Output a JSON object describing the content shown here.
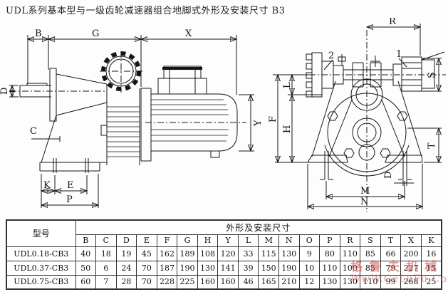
{
  "title": "UDL系列基本型与一级齿轮减速器组合地脚式外形及安装尺寸 B3",
  "left_view": {
    "dims": {
      "b": "B",
      "g": "G",
      "x": "X",
      "d": "D",
      "c": "C",
      "k": "K",
      "e": "E",
      "p": "P",
      "y": "Y"
    }
  },
  "right_view": {
    "dims": {
      "r": "R",
      "f": "F",
      "l": "L",
      "h": "H",
      "s": "S",
      "t": "T",
      "d": "D",
      "m": "M",
      "n": "N"
    },
    "callouts": {
      "handwheel": "2",
      "output_shaft": "1"
    }
  },
  "table": {
    "model_header": "型号",
    "dims_header": "外形及安装尺寸",
    "columns": [
      "B",
      "C",
      "D",
      "E",
      "F",
      "G",
      "H",
      "Y",
      "L",
      "M",
      "N",
      "O",
      "P",
      "R",
      "S",
      "T",
      "X",
      "K"
    ],
    "rows": [
      {
        "model": "UDL0.18-CB3",
        "values": [
          40,
          18,
          19,
          45,
          162,
          189,
          108,
          120,
          33,
          115,
          130,
          9,
          80,
          110,
          85,
          66,
          200,
          16
        ]
      },
      {
        "model": "UDL0.37-CB3",
        "values": [
          50,
          6,
          24,
          70,
          187,
          190,
          130,
          141,
          39,
          150,
          190,
          10,
          110,
          100,
          85,
          79,
          227,
          15
        ]
      },
      {
        "model": "UDL0.75-CB3",
        "values": [
          60,
          7,
          28,
          70,
          228,
          225,
          160,
          160,
          46,
          165,
          210,
          12,
          130,
          130,
          110,
          99,
          268,
          25
        ]
      }
    ]
  },
  "watermark": {
    "text_cn": "格鲁夫机械",
    "text_url": "WwW.GeLuFu.Com"
  },
  "colors": {
    "line": "#151515",
    "table_border": "#333333",
    "watermark": "#cd4b4b"
  }
}
